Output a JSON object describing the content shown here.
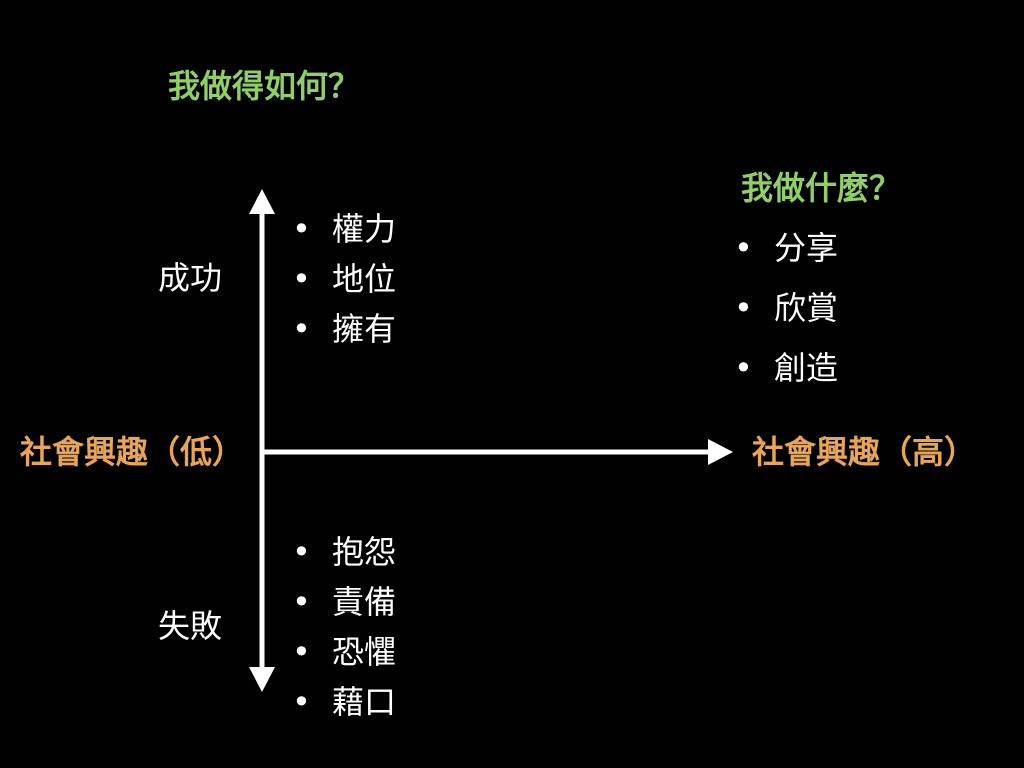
{
  "question_how": "我做得如何？",
  "question_what": "我做什麼？",
  "axis": {
    "success": "成功",
    "failure": "失敗",
    "social_low": "社會興趣（低）",
    "social_high": "社會興趣（高）"
  },
  "bullet_char": "•",
  "success_items": [
    {
      "label": "權力"
    },
    {
      "label": "地位"
    },
    {
      "label": "擁有"
    }
  ],
  "failure_items": [
    {
      "label": "抱怨"
    },
    {
      "label": "責備"
    },
    {
      "label": "恐懼"
    },
    {
      "label": "藉口"
    }
  ],
  "right_items": [
    {
      "label": "分享"
    },
    {
      "label": "欣賞"
    },
    {
      "label": "創造"
    }
  ],
  "colors": {
    "background": "#000000",
    "question": "#8fce6a",
    "social_interest": "#e8a55a",
    "text": "#ffffff"
  }
}
